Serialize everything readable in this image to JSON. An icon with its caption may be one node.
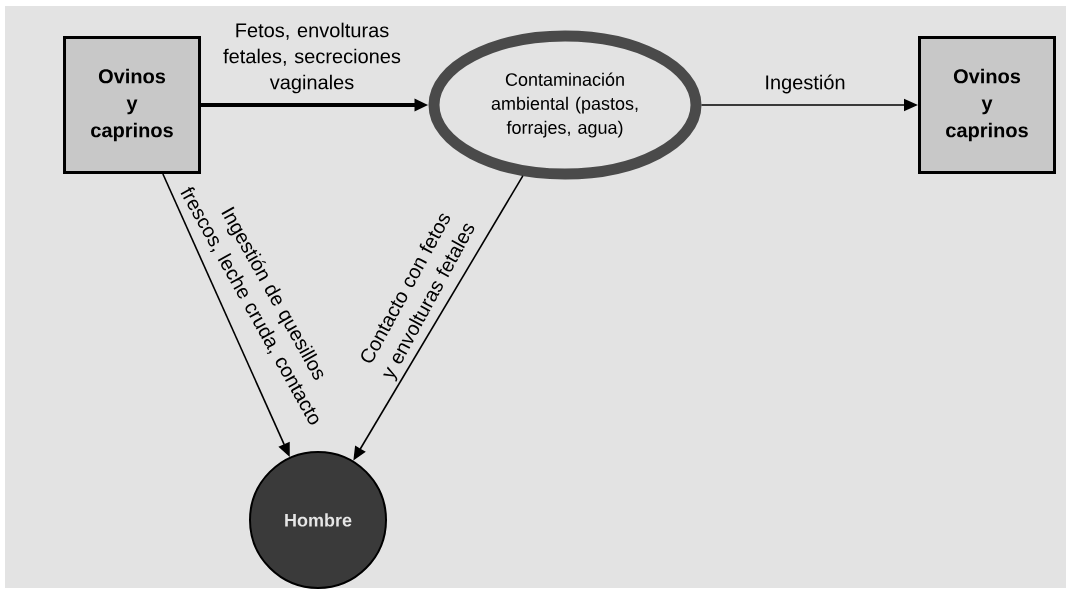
{
  "diagram": {
    "nodes": [
      {
        "text": [
          "Ovinos y caprinos"
        ]
      },
      {
        "text": [
          "Contaminación ambiental (pastos, forrajes, agua)"
        ]
      },
      {
        "text": [
          "Ovinos y caprinos"
        ]
      },
      {
        "text": [
          "Hombre"
        ]
      }
    ],
    "edges": [
      {
        "from": 0,
        "to": 1,
        "arrow": "to",
        "label": "Fetos, envolturas fetales, secreciones vaginales",
        "style": "thick"
      },
      {
        "from": 1,
        "to": 2,
        "arrow": "to",
        "label": "Ingestión"
      },
      {
        "from": 0,
        "to": 3,
        "arrow": "to",
        "label": "Ingestión de quesillos frescos, leche cruda, contacto"
      },
      {
        "from": 1,
        "to": 3,
        "arrow": "to",
        "label": "Contacto con fetos y envolturas fetales"
      }
    ]
  }
}
